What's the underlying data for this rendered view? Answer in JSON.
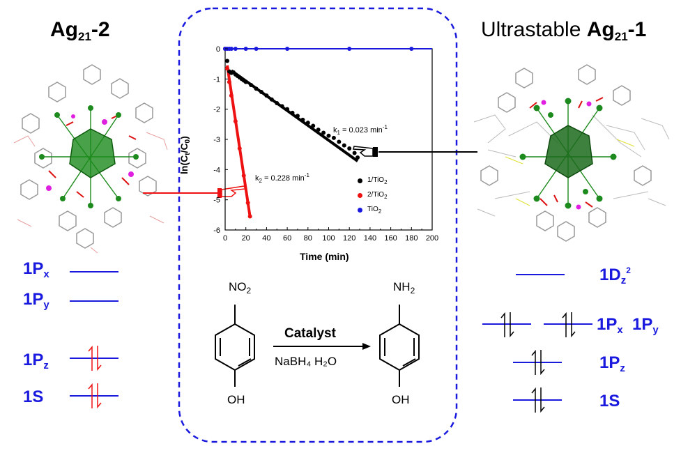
{
  "left": {
    "title": {
      "main": "Ag",
      "sub": "21",
      "suffix": "-2"
    },
    "levels": [
      {
        "label": "1P",
        "sub": "x",
        "electrons": 0
      },
      {
        "label": "1P",
        "sub": "y",
        "electrons": 0
      },
      {
        "label": "1P",
        "sub": "z",
        "electrons": 2
      },
      {
        "label": "1S",
        "sub": "",
        "electrons": 2
      }
    ],
    "arrow_color": "#ee1111"
  },
  "right": {
    "title": {
      "prefix": "Ultrastable ",
      "main": "Ag",
      "sub": "21",
      "suffix": "-1"
    },
    "levels": [
      {
        "label": "1D",
        "sub": "z",
        "sup": "2",
        "electrons": 0
      },
      {
        "label_x": "1P",
        "sub_x": "x",
        "label_y": "1P",
        "sub_y": "y",
        "electrons": 2
      },
      {
        "label": "1P",
        "sub": "z",
        "electrons": 2
      },
      {
        "label": "1S",
        "sub": "",
        "electrons": 2
      }
    ],
    "arrow_color": "#000000"
  },
  "colors": {
    "level_blue": "#1a1adf",
    "red": "#ee1111",
    "black": "#000000",
    "ag_green": "#1c8a1c",
    "o_red": "#dd1111",
    "p_magenta": "#e020e0"
  },
  "chart_data": {
    "type": "scatter",
    "xlabel": "Time (min)",
    "ylabel": "ln(C_t/C_0)",
    "xlim": [
      0,
      200
    ],
    "ylim": [
      -6,
      0
    ],
    "xticks": [
      "0",
      "20",
      "40",
      "60",
      "80",
      "100",
      "120",
      "140",
      "160",
      "180",
      "200"
    ],
    "yticks": [
      "0",
      "-1",
      "-2",
      "-3",
      "-4",
      "-5",
      "-6"
    ],
    "series": [
      {
        "name": "1/TiO2",
        "color": "#000000",
        "x": [
          0,
          2,
          4,
          6,
          8,
          10,
          12,
          14,
          16,
          18,
          20,
          25,
          30,
          35,
          40,
          45,
          50,
          55,
          60,
          65,
          70,
          75,
          80,
          85,
          90,
          95,
          100,
          105,
          110,
          115,
          120,
          125,
          128
        ],
        "y": [
          0,
          -0.4,
          -0.75,
          -0.8,
          -0.78,
          -0.85,
          -0.9,
          -0.95,
          -1.0,
          -1.05,
          -1.1,
          -1.2,
          -1.32,
          -1.43,
          -1.55,
          -1.68,
          -1.8,
          -1.9,
          -2.0,
          -2.12,
          -2.22,
          -2.35,
          -2.45,
          -2.55,
          -2.68,
          -2.78,
          -2.88,
          -2.95,
          -3.08,
          -3.2,
          -3.3,
          -3.45,
          -3.6
        ],
        "fit": {
          "x": [
            6,
            128
          ],
          "y": [
            -0.72,
            -3.72
          ]
        },
        "k": "k1 = 0.023 min-1"
      },
      {
        "name": "2/TiO2",
        "color": "#ee1111",
        "x": [
          0,
          2,
          4,
          6,
          10,
          14,
          18,
          22,
          24
        ],
        "y": [
          0,
          -0.65,
          -1.1,
          -1.55,
          -2.4,
          -3.3,
          -4.2,
          -5.1,
          -5.55
        ],
        "fit": {
          "x": [
            2,
            24
          ],
          "y": [
            -0.55,
            -5.55
          ]
        },
        "k": "k2 = 0.228 min-1"
      },
      {
        "name": "TiO2",
        "color": "#1a1adf",
        "x": [
          0,
          2,
          4,
          6,
          10,
          20,
          30,
          60,
          120,
          180
        ],
        "y": [
          0,
          0,
          0,
          0,
          0,
          0,
          0,
          0,
          0,
          0
        ],
        "fit": {
          "x": [
            0,
            200
          ],
          "y": [
            0,
            0
          ]
        }
      }
    ],
    "legend": "bottom-right",
    "annotations": {
      "k1": {
        "pre": "k",
        "sub": "1",
        "mid": " = 0.023 min",
        "sup": "-1"
      },
      "k2": {
        "pre": "k",
        "sub": "2",
        "mid": " = 0.228 min",
        "sup": "-1"
      }
    }
  },
  "reaction": {
    "reactant_group": {
      "pre": "NO",
      "sub": "2"
    },
    "product_group": {
      "pre": "NH",
      "sub": "2"
    },
    "hydroxyl_left": "OH",
    "hydroxyl_right": "OH",
    "catalyst_label": "Catalyst",
    "conditions": "NaBH₄  H₂O"
  },
  "legend_labels": {
    "s1": {
      "pre": "1/TiO",
      "sub": "2"
    },
    "s2": {
      "pre": "2/TiO",
      "sub": "2"
    },
    "s3": {
      "pre": "TiO",
      "sub": "2"
    }
  },
  "axis_labels": {
    "x": "Time (min)",
    "y": {
      "a": "ln(C",
      "s1": "t",
      "b": "/C",
      "s2": "0",
      "c": ")"
    }
  }
}
